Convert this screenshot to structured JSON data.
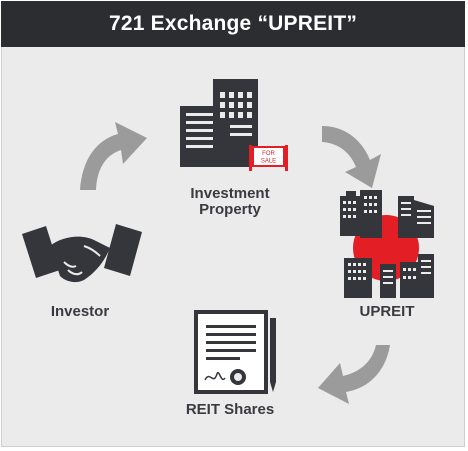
{
  "header": {
    "title": "721 Exchange “UPREIT”"
  },
  "nodes": {
    "investment_property": {
      "line1": "Investment",
      "line2": "Property",
      "sign_line1": "FOR",
      "sign_line2": "SALE"
    },
    "upreit": {
      "label": "UPREIT"
    },
    "reit_shares": {
      "label": "REIT Shares"
    },
    "investor": {
      "label": "Investor"
    }
  },
  "colors": {
    "header_bg": "#2c2d31",
    "background": "#ebebeb",
    "icon_dark": "#34363b",
    "arrow": "#9b9b9b",
    "accent_red": "#e31e24"
  }
}
